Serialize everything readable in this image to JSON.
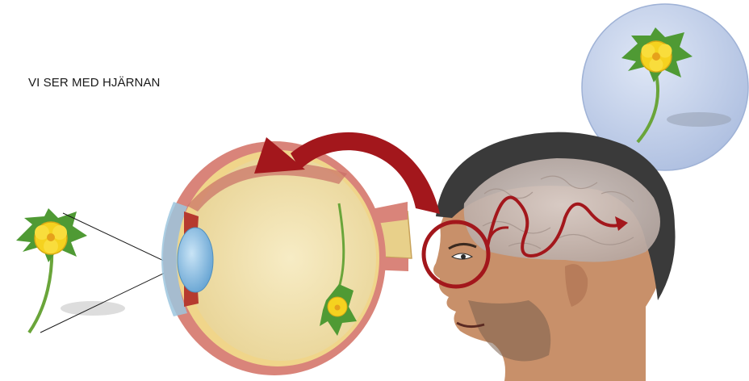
{
  "title": "VI SER MED HJÄRNAN",
  "colors": {
    "arrow_red": "#a3171c",
    "flower_yellow": "#f5d21f",
    "leaf_green": "#5a9a32",
    "eyeball_cream": "#f2e4b0",
    "eye_wall_pink": "#d9847a",
    "lens_blue": "#8fc3e6",
    "thought_bubble": "#c5d3ec",
    "skin": "#c8906a",
    "hair": "#3a3a3a",
    "brain": "#c9bcb5"
  },
  "icons": {
    "object_flower": "flower-icon",
    "eye": "eyeball-cross-section",
    "head": "human-head-profile",
    "thought": "thought-bubble-icon"
  }
}
